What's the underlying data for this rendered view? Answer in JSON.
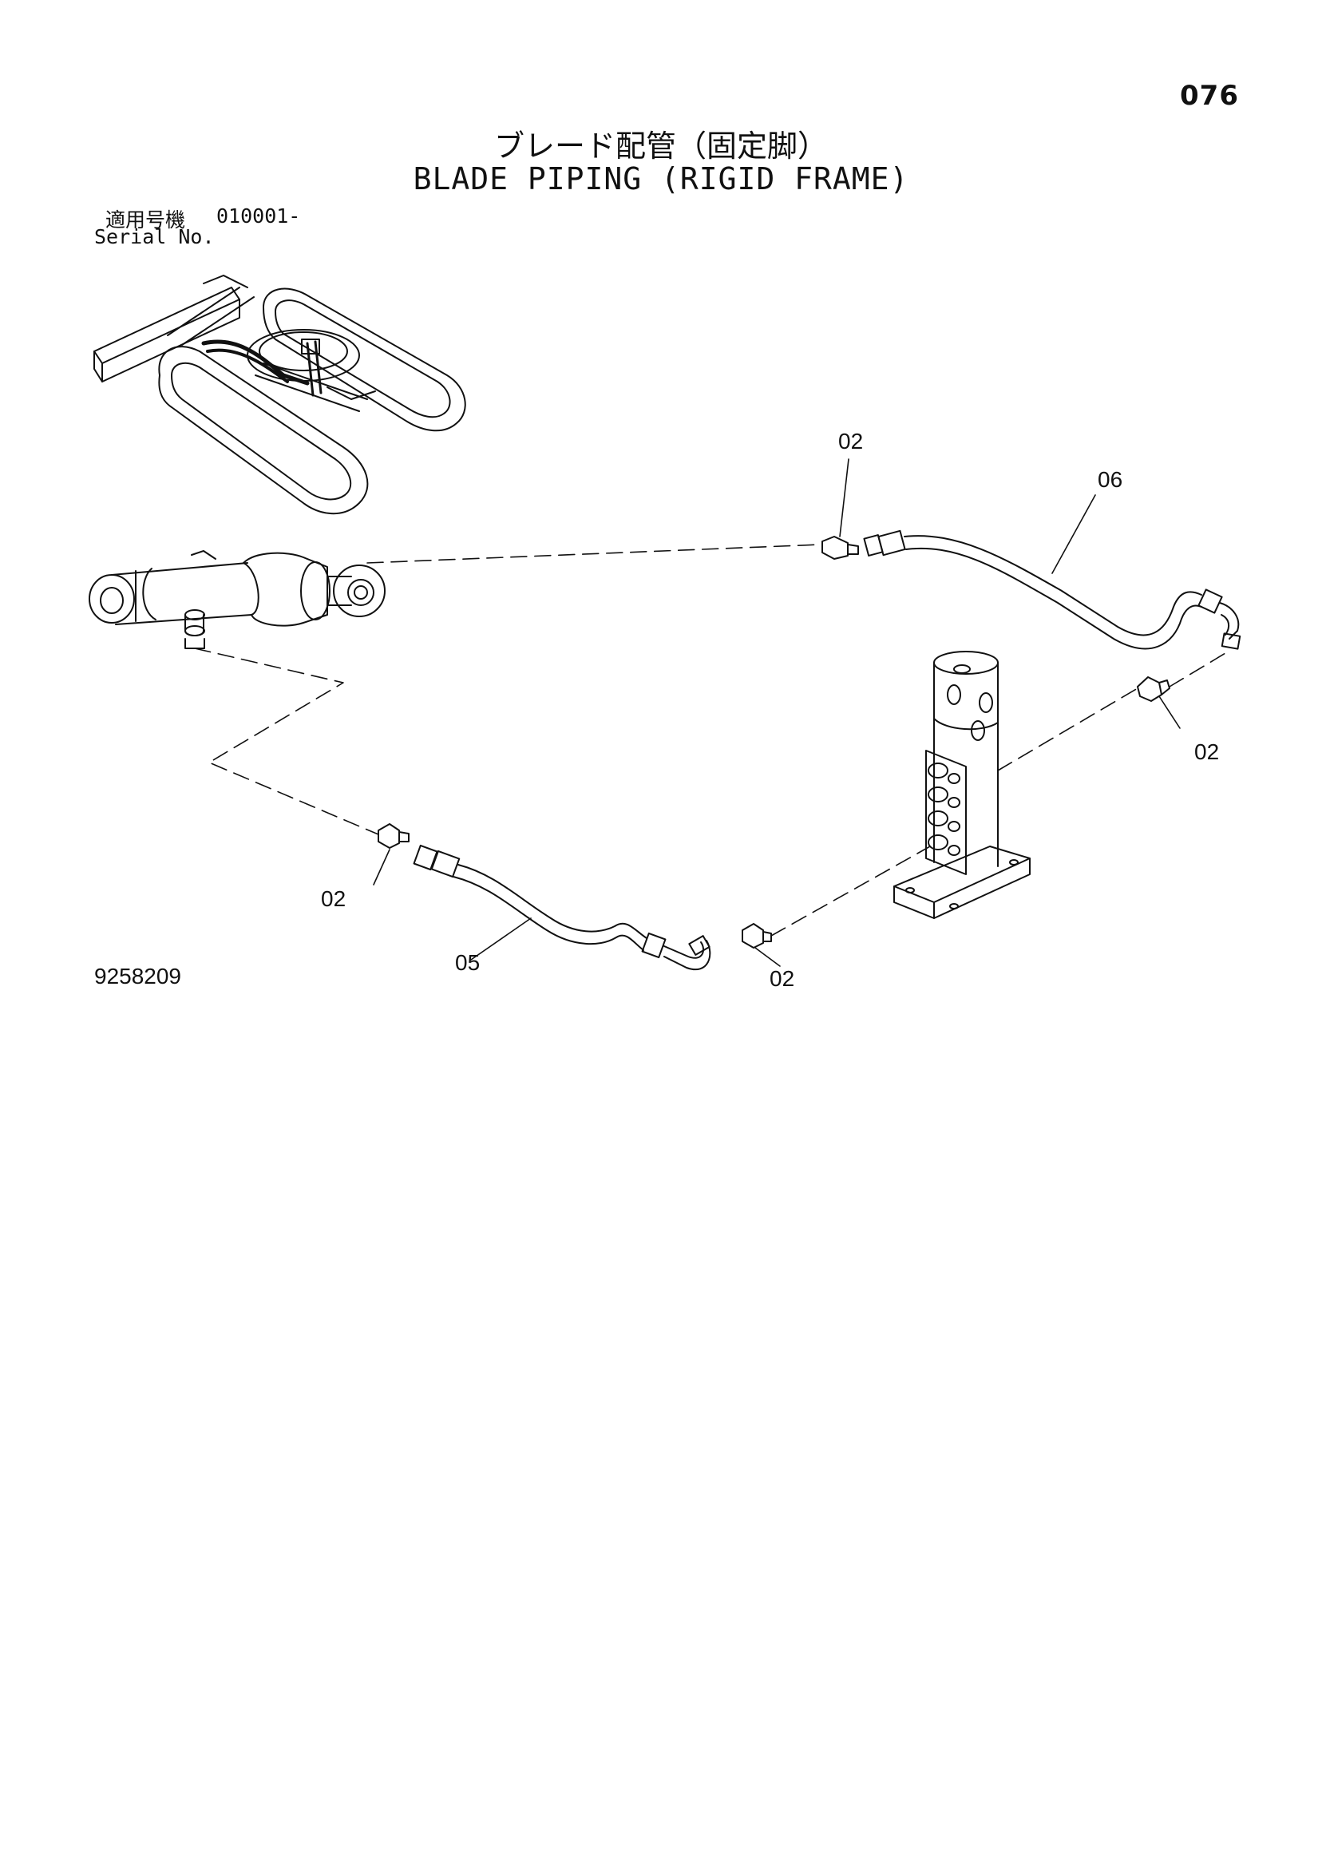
{
  "page_number": "076",
  "title_jp": "ブレード配管（固定脚）",
  "title_en": "BLADE PIPING (RIGID FRAME)",
  "serial": {
    "label_jp": "適用号機",
    "value": "010001-",
    "label_en": "Serial No."
  },
  "drawing_number": "9258209",
  "callouts": [
    {
      "id": "c1",
      "text": "02"
    },
    {
      "id": "c2",
      "text": "06"
    },
    {
      "id": "c3",
      "text": "02"
    },
    {
      "id": "c4",
      "text": "02"
    },
    {
      "id": "c5",
      "text": "05"
    },
    {
      "id": "c6",
      "text": "02"
    }
  ]
}
